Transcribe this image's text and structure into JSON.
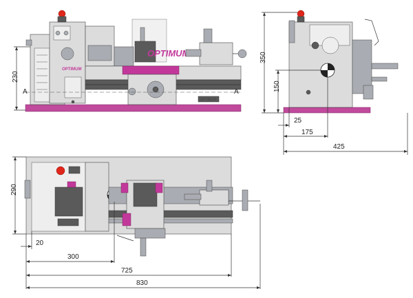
{
  "front_view": {
    "dim_height": "230",
    "section_mark_left": "A",
    "section_mark_right": "A",
    "brand": "OPTIMUM",
    "headstock_brand": "OPTIMUM",
    "motor_label": "OPTIMUM"
  },
  "side_view": {
    "dim_height": "350",
    "dim_center_height": "150",
    "dim_a": "25",
    "dim_b": "175",
    "dim_width": "425"
  },
  "top_view": {
    "dim_depth": "290",
    "dim_a": "20",
    "dim_b": "300",
    "dim_c": "725",
    "dim_length": "830"
  },
  "colors": {
    "accent": "#c2389a",
    "stop_button": "#e0261a",
    "body": "#dcdcdc",
    "dimension_line": "#333333"
  }
}
